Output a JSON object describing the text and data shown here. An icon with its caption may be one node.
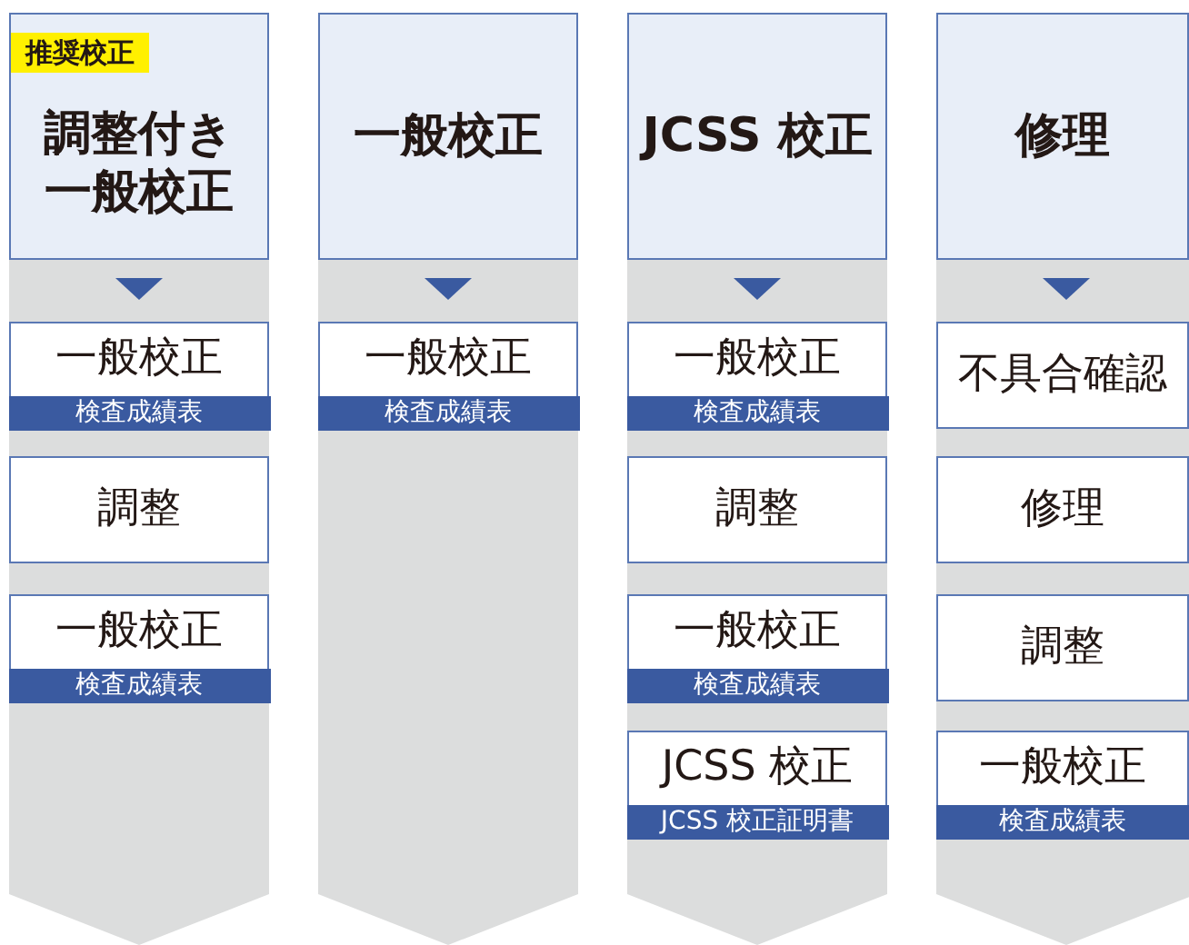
{
  "diagram": {
    "nodes": [
      {
        "text": [
          "推奨校正",
          "調整付き一般校正"
        ]
      },
      {
        "text": [
          "一般校正",
          "検査成績表"
        ]
      },
      {
        "text": [
          "調整"
        ]
      },
      {
        "text": [
          "一般校正",
          "検査成績表"
        ]
      },
      {
        "text": [
          "一般校正"
        ]
      },
      {
        "text": [
          "一般校正",
          "検査成績表"
        ]
      },
      {
        "text": [
          "JCSS 校正"
        ]
      },
      {
        "text": [
          "一般校正",
          "検査成績表"
        ]
      },
      {
        "text": [
          "調整"
        ]
      },
      {
        "text": [
          "一般校正",
          "検査成績表"
        ]
      },
      {
        "text": [
          "JCSS 校正",
          "JCSS 校正証明書"
        ]
      },
      {
        "text": [
          "修理"
        ]
      },
      {
        "text": [
          "不具合確認"
        ]
      },
      {
        "text": [
          "修理"
        ]
      },
      {
        "text": [
          "調整"
        ]
      },
      {
        "text": [
          "一般校正",
          "検査成績表"
        ]
      }
    ],
    "edges": [
      {
        "from": 0,
        "to": 1,
        "arrow": "to"
      },
      {
        "from": 4,
        "to": 5,
        "arrow": "to"
      },
      {
        "from": 6,
        "to": 7,
        "arrow": "to"
      },
      {
        "from": 11,
        "to": 12,
        "arrow": "to"
      }
    ]
  }
}
